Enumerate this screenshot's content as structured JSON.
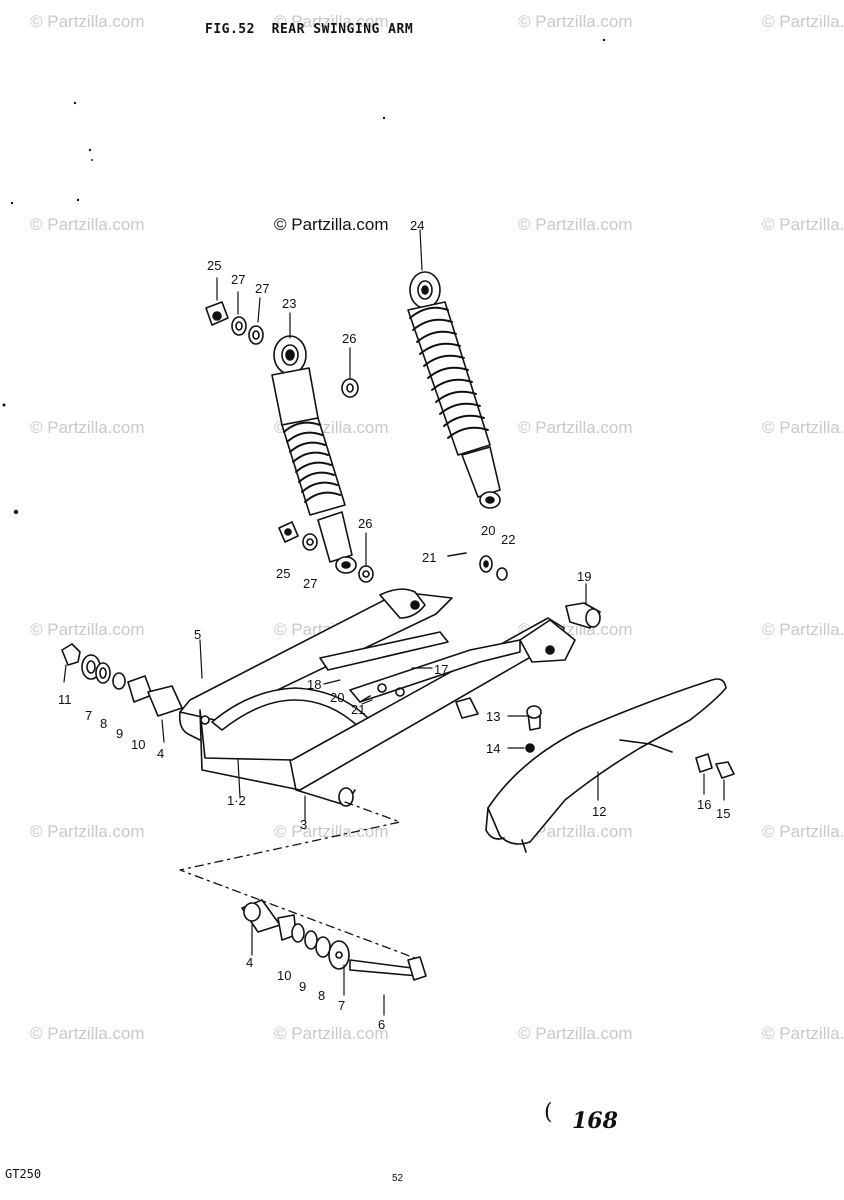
{
  "diagram": {
    "title": "FIG.52  REAR SWINGING ARM",
    "copyright": "© Partzilla.com",
    "watermark": "© Partzilla.com",
    "model": "GT250",
    "page_number": "168",
    "bracket": "(",
    "footer_page": "52"
  },
  "parts": [
    "1·2",
    "3",
    "4",
    "5",
    "6",
    "7",
    "8",
    "9",
    "10",
    "11",
    "12",
    "13",
    "14",
    "15",
    "16",
    "17",
    "18",
    "19",
    "20",
    "21",
    "22",
    "23",
    "24",
    "25",
    "26",
    "27"
  ],
  "labels": [
    "25",
    "27",
    "27",
    "23",
    "26",
    "24",
    "26",
    "25",
    "27",
    "20",
    "22",
    "21",
    "19",
    "5",
    "11",
    "7",
    "8",
    "9",
    "10",
    "4",
    "18",
    "17",
    "20",
    "21",
    "13",
    "14",
    "1·2",
    "3",
    "12",
    "16",
    "15",
    "4",
    "10",
    "9",
    "8",
    "7",
    "6"
  ]
}
